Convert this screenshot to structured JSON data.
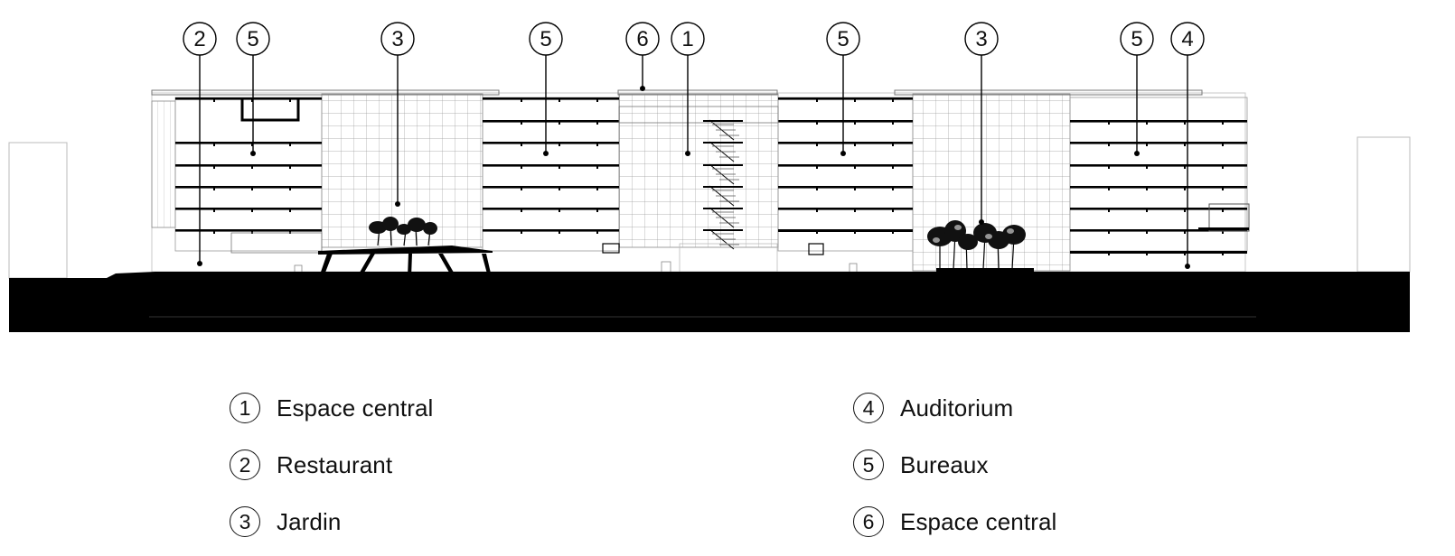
{
  "section": {
    "callouts": [
      {
        "number": "2"
      },
      {
        "number": "5"
      },
      {
        "number": "3"
      },
      {
        "number": "5"
      },
      {
        "number": "6"
      },
      {
        "number": "1"
      },
      {
        "number": "5"
      },
      {
        "number": "3"
      },
      {
        "number": "5"
      },
      {
        "number": "4"
      }
    ]
  },
  "legend": {
    "items": [
      {
        "number": "1",
        "label": "Espace central"
      },
      {
        "number": "2",
        "label": "Restaurant"
      },
      {
        "number": "3",
        "label": "Jardin"
      },
      {
        "number": "4",
        "label": "Auditorium"
      },
      {
        "number": "5",
        "label": "Bureaux"
      },
      {
        "number": "6",
        "label": "Espace central"
      }
    ]
  }
}
